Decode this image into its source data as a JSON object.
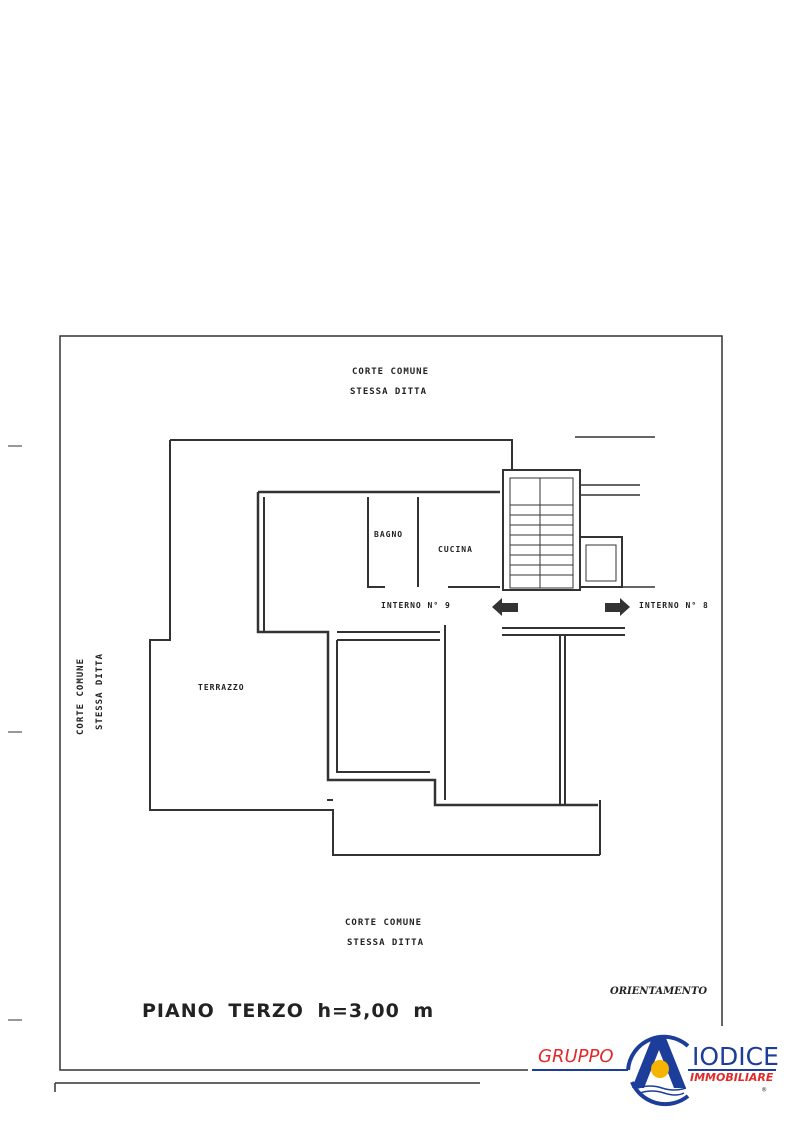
{
  "plan": {
    "top_label_1": "CORTE COMUNE",
    "top_label_2": "STESSA DITTA",
    "left_label_1": "CORTE COMUNE",
    "left_label_2": "STESSA DITTA",
    "bottom_label_1": "CORTE COMUNE",
    "bottom_label_2": "STESSA DITTA",
    "rooms": {
      "bagno": "BAGNO",
      "cucina": "CUCINA",
      "terrazzo": "TERRAZZO"
    },
    "unit_left": "INTERNO N° 9",
    "unit_right": "INTERNO N° 8",
    "title": "PIANO TERZO h=3,00 m",
    "orientation": "ORIENTAMENTO"
  },
  "logo": {
    "word1": "GRUPPO",
    "word2": "IODICE",
    "word3": "IMMOBILIARE",
    "mark": "®",
    "blue": "#1d3d9a",
    "red": "#e02a2a",
    "sun": "#f5b400"
  }
}
